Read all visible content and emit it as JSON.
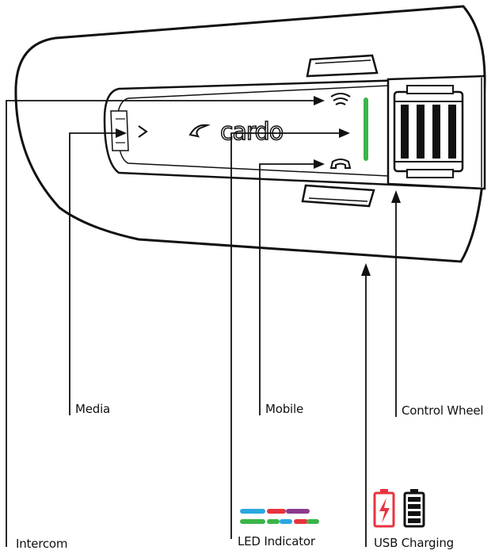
{
  "device": {
    "brand": "cardo",
    "led_color": "#3bb54a"
  },
  "callouts": {
    "media": "Media",
    "mobile": "Mobile",
    "control_wheel": "Control Wheel",
    "intercom": "Intercom",
    "led_indicator": "LED Indicator",
    "usb_charging": "USB Charging"
  },
  "led_legend": {
    "colors": [
      "#2aa8e0",
      "#e83340",
      "#8a3b8f",
      "#3bb54a"
    ]
  },
  "icons": {
    "intercom": "intercom-waves-icon",
    "media": "media-chevron-icon",
    "mobile": "phone-handset-icon",
    "battery_charging": "battery-charging-icon",
    "battery_full": "battery-full-icon"
  }
}
